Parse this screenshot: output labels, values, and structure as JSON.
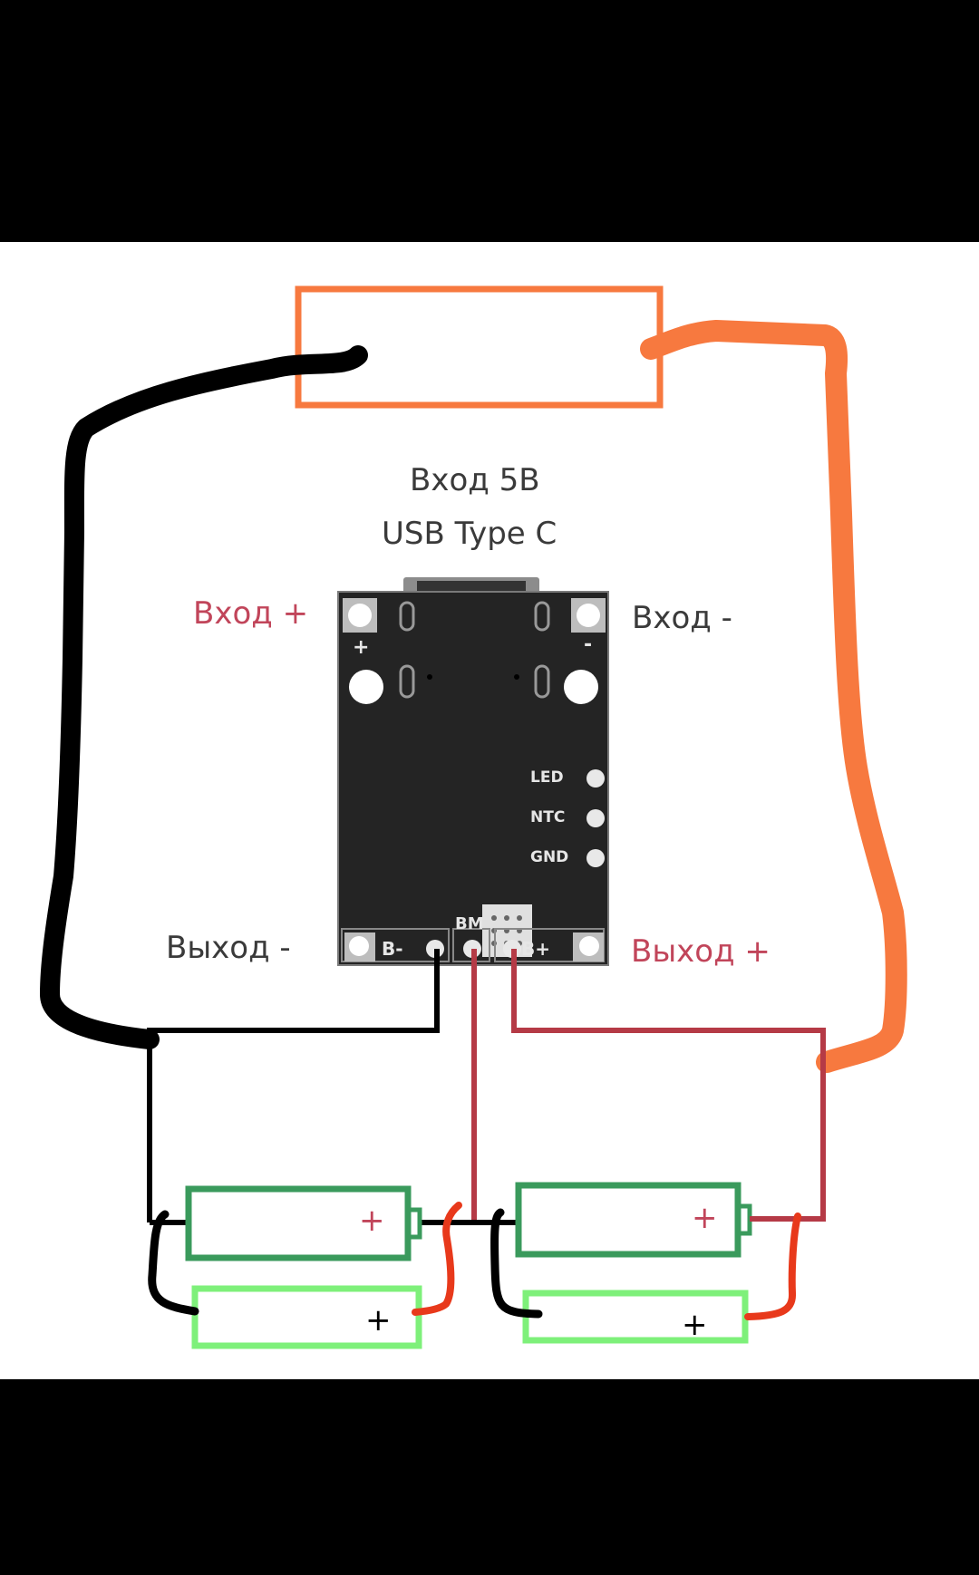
{
  "diagram": {
    "title_line1": "Вход 5В",
    "title_line2": "USB Type C",
    "labels": {
      "input_plus": "Вход +",
      "input_minus": "Вход -",
      "output_minus": "Выход -",
      "output_plus": "Выход +"
    },
    "board": {
      "silkscreen_plus": "+",
      "silkscreen_minus": "-",
      "pin_led": "LED",
      "pin_ntc": "NTC",
      "pin_gnd": "GND",
      "pin_b_minus": "B-",
      "pin_bm": "BM",
      "pin_b_plus": "B+"
    },
    "batteries": [
      {
        "id": "cell-1-top",
        "polarity_mark": "+"
      },
      {
        "id": "cell-1-bottom",
        "polarity_mark": "+"
      },
      {
        "id": "cell-2-top",
        "polarity_mark": "+"
      },
      {
        "id": "cell-2-bottom",
        "polarity_mark": "+"
      }
    ],
    "colors": {
      "background": "#ffffff",
      "frame": "#000000",
      "orange_wire": "#f7793f",
      "black_wire": "#000000",
      "dark_red_wire": "#b53a46",
      "bright_red_wire": "#e8391b",
      "battery_dark_green": "#3a9a5c",
      "battery_light_green": "#7ef07a",
      "label_red": "#c1455a",
      "label_gray": "#3a3a3a",
      "pcb": "#242424"
    }
  }
}
